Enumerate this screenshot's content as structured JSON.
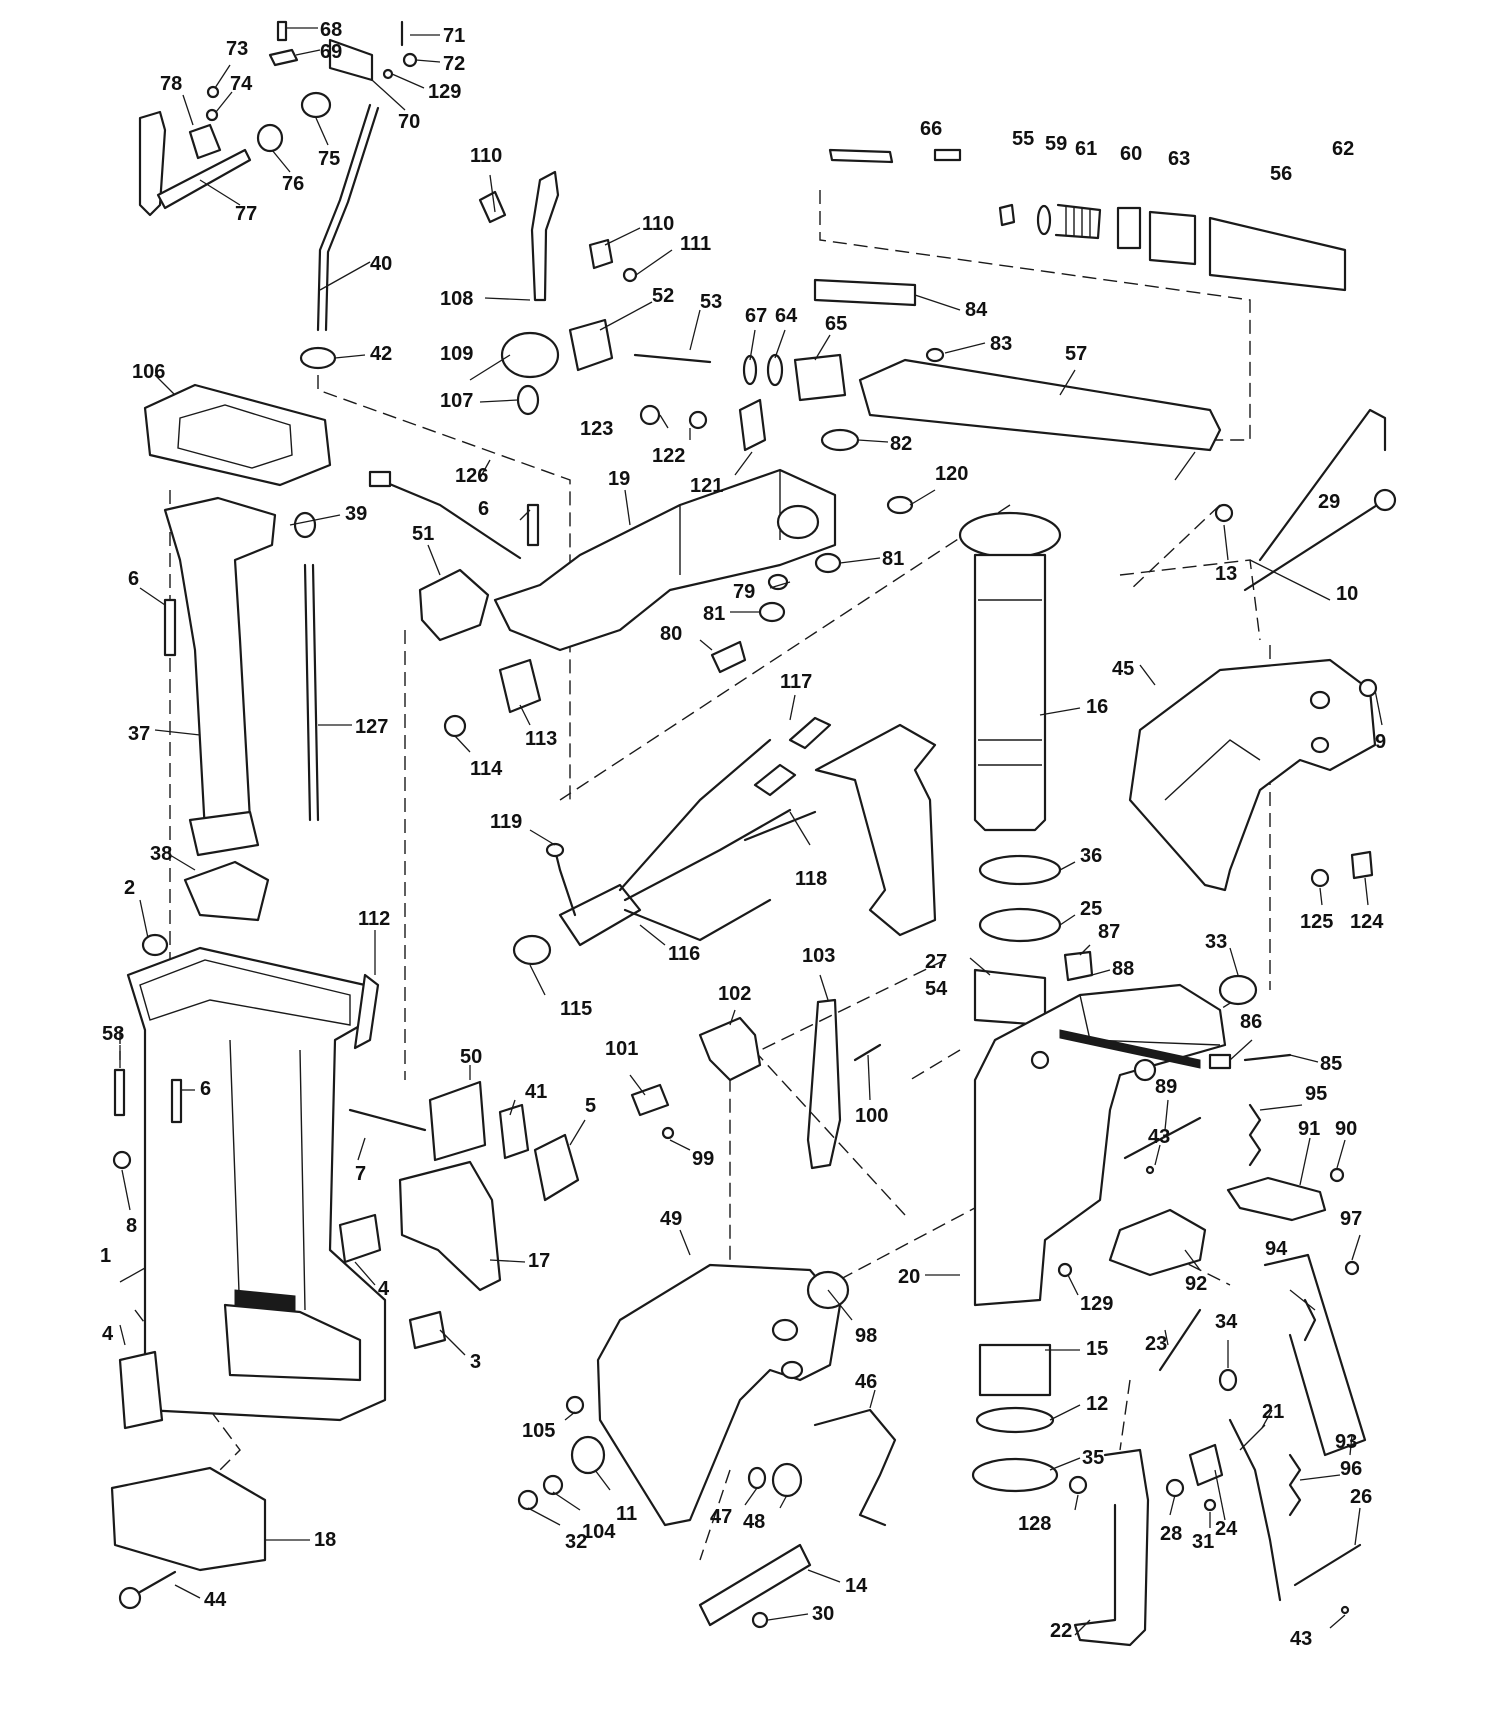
{
  "diagram": {
    "ink_color": "#1a1a1a",
    "background_color": "#ffffff",
    "callouts": [
      "1",
      "2",
      "3",
      "4",
      "4",
      "5",
      "6",
      "6",
      "6",
      "7",
      "8",
      "9",
      "10",
      "11",
      "12",
      "13",
      "14",
      "15",
      "16",
      "17",
      "18",
      "19",
      "20",
      "21",
      "22",
      "23",
      "24",
      "25",
      "26",
      "27",
      "28",
      "29",
      "30",
      "31",
      "32",
      "33",
      "34",
      "35",
      "36",
      "37",
      "38",
      "39",
      "40",
      "41",
      "42",
      "43",
      "43",
      "44",
      "45",
      "46",
      "47",
      "48",
      "49",
      "50",
      "51",
      "52",
      "53",
      "54",
      "55",
      "56",
      "57",
      "58",
      "59",
      "60",
      "61",
      "62",
      "63",
      "64",
      "65",
      "66",
      "67",
      "68",
      "69",
      "70",
      "71",
      "72",
      "73",
      "74",
      "75",
      "76",
      "77",
      "78",
      "79",
      "80",
      "81",
      "81",
      "82",
      "83",
      "84",
      "85",
      "86",
      "87",
      "88",
      "89",
      "90",
      "91",
      "92",
      "93",
      "94",
      "95",
      "96",
      "97",
      "98",
      "99",
      "100",
      "101",
      "102",
      "103",
      "104",
      "105",
      "106",
      "107",
      "108",
      "109",
      "110",
      "110",
      "111",
      "112",
      "113",
      "114",
      "115",
      "116",
      "117",
      "118",
      "119",
      "120",
      "121",
      "122",
      "123",
      "124",
      "125",
      "126",
      "127",
      "128",
      "129",
      "129",
      "129"
    ]
  }
}
